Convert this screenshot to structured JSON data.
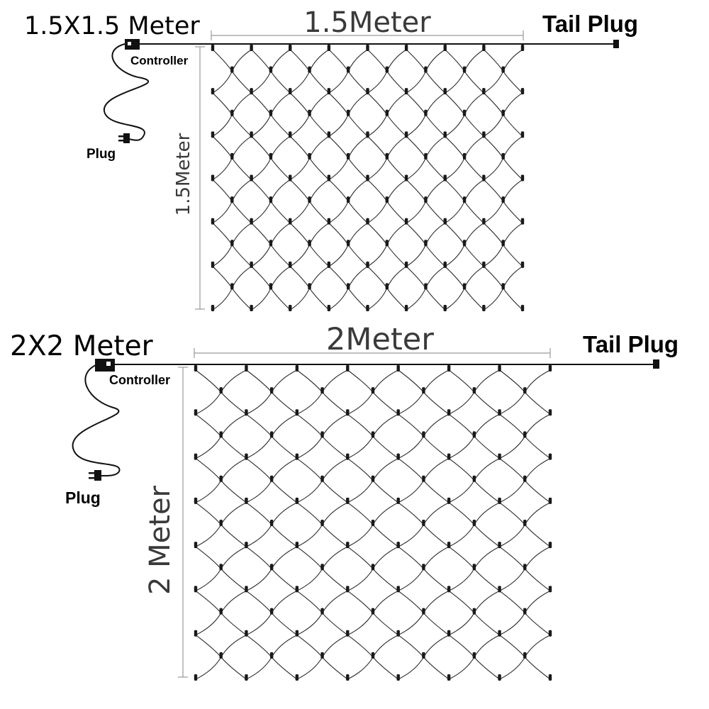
{
  "diagrams": [
    {
      "title": "1.5X1.5 Meter",
      "width_label": "1.5Meter",
      "height_label": "1.5Meter",
      "controller_label": "Controller",
      "plug_label": "Plug",
      "tail_plug_label": "Tail Plug",
      "columns": 8,
      "rows": 12
    },
    {
      "title": "2X2 Meter",
      "width_label": "2Meter",
      "height_label": "2 Meter",
      "controller_label": "Controller",
      "plug_label": "Plug",
      "tail_plug_label": "Tail Plug",
      "columns": 7,
      "rows": 14
    }
  ],
  "colors": {
    "wire": "#2b2b2b",
    "bulb": "#1a1a1a",
    "dimension_line": "#9a9a9a"
  }
}
